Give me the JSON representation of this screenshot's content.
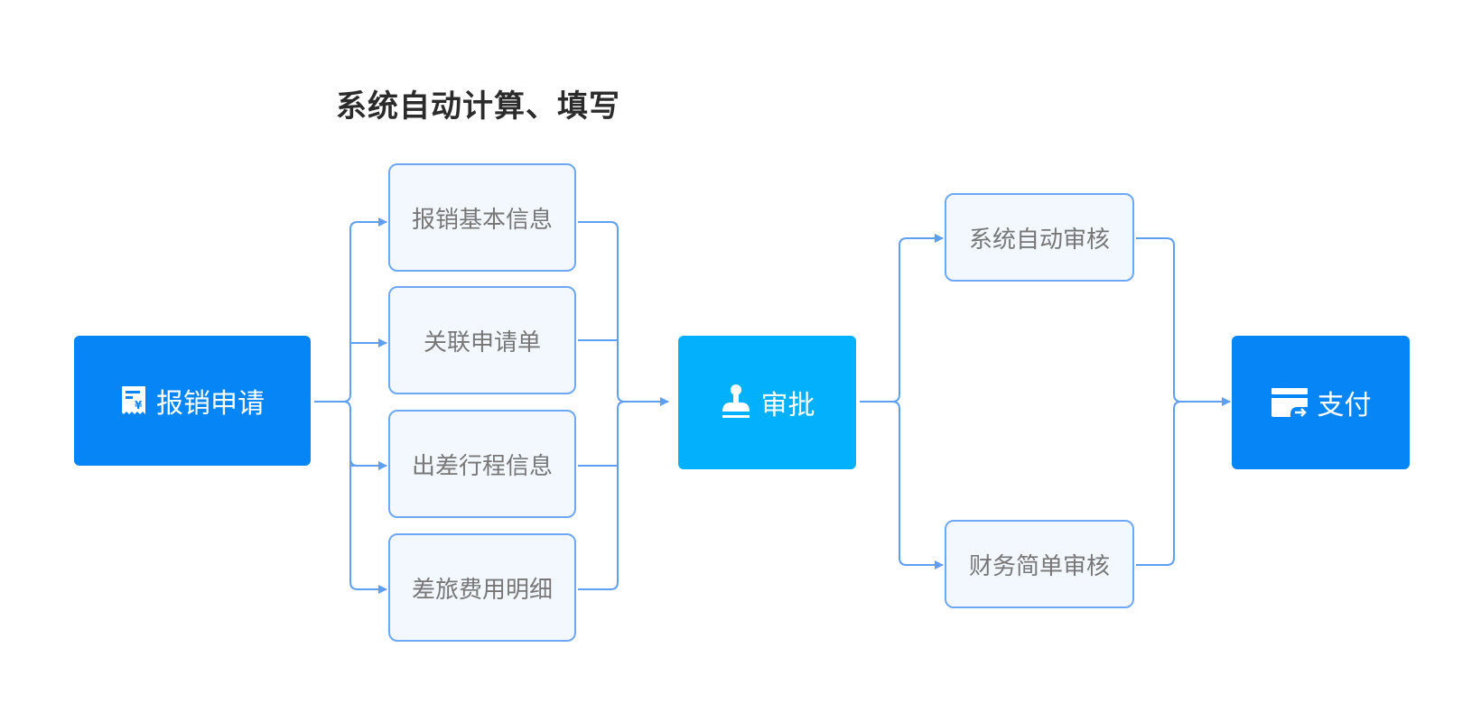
{
  "title": "系统自动计算、填写",
  "colors": {
    "primary": "#0685f7",
    "approval": "#02b0fb",
    "line": "#5d9ff3",
    "sub_bg": "#f3f8fe",
    "sub_border": "#6ea8f4",
    "sub_text": "#777777"
  },
  "nodes": {
    "apply": {
      "label": "报销申请",
      "icon": "receipt-icon"
    },
    "approve": {
      "label": "审批",
      "icon": "stamp-icon"
    },
    "pay": {
      "label": "支付",
      "icon": "card-transfer-icon"
    }
  },
  "auto_fill_items": [
    {
      "label": "报销基本信息"
    },
    {
      "label": "关联申请单"
    },
    {
      "label": "出差行程信息"
    },
    {
      "label": "差旅费用明细"
    }
  ],
  "review_items": [
    {
      "label": "系统自动审核"
    },
    {
      "label": "财务简单审核"
    }
  ]
}
